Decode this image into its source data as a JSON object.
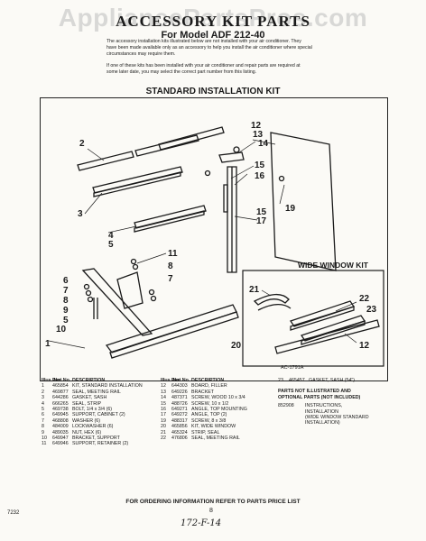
{
  "watermark": "AppliancePartsPros.com",
  "header": {
    "title": "ACCESSORY KIT PARTS",
    "subtitle": "For Model ADF 212-40"
  },
  "intro": {
    "p1": "The accessory installation kits illustrated below are not installed with your air conditioner. They have been made available only as an accessory to help you install the air conditioner where special circumstances may require them.",
    "p2": "If one of these kits has been installed with your air conditioner and repair parts are required at some later date, you may select the correct part number from this listing."
  },
  "diagram": {
    "kit_title": "STANDARD INSTALLATION KIT",
    "wide_title": "WIDE WINDOW KIT",
    "figure_code": "AC-1791A",
    "callouts": [
      "2",
      "3",
      "4",
      "5",
      "6",
      "7",
      "8",
      "9",
      "5",
      "10",
      "11",
      "8",
      "7",
      "12",
      "13",
      "14",
      "15",
      "16",
      "15",
      "17",
      "19",
      "20",
      "21",
      "22",
      "23",
      "12",
      "1"
    ]
  },
  "parts_table": {
    "col1": {
      "headers": [
        "Illus. No.",
        "Part No.",
        "DESCRIPTION"
      ],
      "rows": [
        [
          "1",
          "465854",
          "KIT, STANDARD INSTALLATION"
        ],
        [
          "2",
          "469877",
          "SEAL, MEETING RAIL"
        ],
        [
          "3",
          "644286",
          "GASKET, SASH"
        ],
        [
          "4",
          "666265",
          "SEAL, STRIP"
        ],
        [
          "5",
          "469738",
          "BOLT, 1/4 x 3/4 (6)"
        ],
        [
          "6",
          "649945",
          "SUPPORT, CABINET (2)"
        ],
        [
          "7",
          "468808",
          "WASHER (6)"
        ],
        [
          "8",
          "484009",
          "LOCKWASHER (6)"
        ],
        [
          "9",
          "489035",
          "NUT, HEX (6)"
        ],
        [
          "10",
          "649947",
          "BRACKET, SUPPORT"
        ],
        [
          "11",
          "649946",
          "SUPPORT, RETAINER (2)"
        ]
      ]
    },
    "col2": {
      "headers": [
        "Illus. No.",
        "Part No.",
        "DESCRIPTION"
      ],
      "rows": [
        [
          "12",
          "644303",
          "BOARD, FILLER"
        ],
        [
          "13",
          "649226",
          "BRACKET"
        ],
        [
          "14",
          "487371",
          "SCREW, WOOD 10 x 3/4"
        ],
        [
          "15",
          "488726",
          "SCREW, 10 x 1/2"
        ],
        [
          "16",
          "649271",
          "ANGLE, TOP MOUNTING"
        ],
        [
          "17",
          "649272",
          "ANGLE, TOP (2)"
        ],
        [
          "19",
          "488317",
          "SCREW, 8 x 3/8"
        ],
        [
          "20",
          "465856",
          "KIT, WIDE WINDOW"
        ],
        [
          "21",
          "465324",
          "STRIP, SEAL"
        ],
        [
          "22",
          "476806",
          "SEAL, MEETING RAIL"
        ]
      ]
    },
    "col3": {
      "rows": [
        [
          "23",
          "465457",
          "GASKET, SASH (54\")"
        ]
      ],
      "note_title": "PARTS NOT ILLUSTRATED AND\nOPTIONAL PARTS (NOT INCLUDED)",
      "note_part": "852908",
      "note_desc": "INSTRUCTIONS,\nINSTALLATION\n(WIDE WINDOW STANDARD\nINSTALLATION)"
    }
  },
  "footer": {
    "ordering": "FOR ORDERING INFORMATION REFER TO PARTS PRICE LIST",
    "page": "8",
    "code": "7232",
    "handwritten": "172-F-14"
  }
}
